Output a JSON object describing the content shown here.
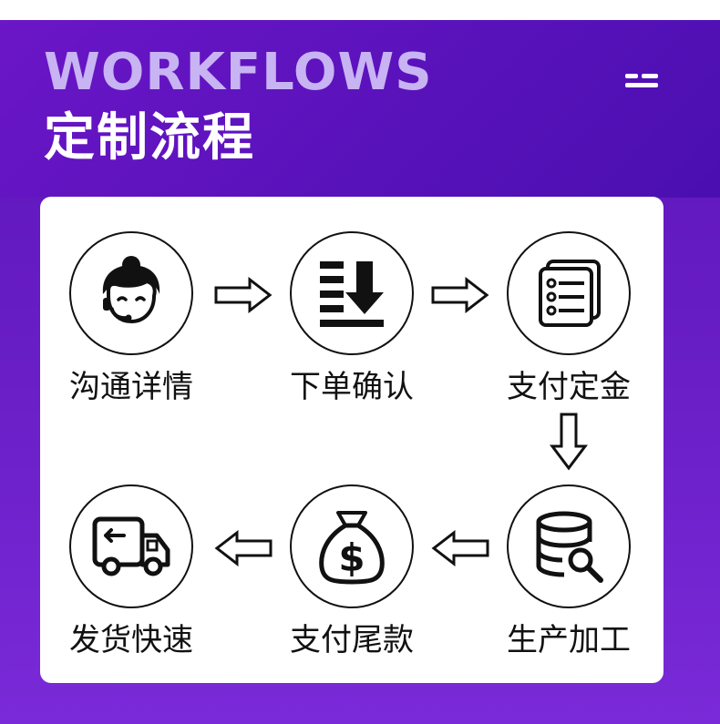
{
  "header": {
    "title_en": "WORKFLOWS",
    "title_cn": "定制流程"
  },
  "icons": {
    "menu": "menu-dash-icon"
  },
  "colors": {
    "accent_purple": "#5b14b8",
    "title_en": "#c8b3f3",
    "title_cn": "#ffffff",
    "line": "#111111"
  },
  "steps": [
    {
      "label": "沟通详情",
      "icon": "customer-service-icon"
    },
    {
      "label": "下单确认",
      "icon": "download-order-icon"
    },
    {
      "label": "支付定金",
      "icon": "checklist-icon"
    },
    {
      "label": "生产加工",
      "icon": "database-production-icon"
    },
    {
      "label": "支付尾款",
      "icon": "money-bag-icon"
    },
    {
      "label": "发货快速",
      "icon": "delivery-truck-icon"
    }
  ]
}
